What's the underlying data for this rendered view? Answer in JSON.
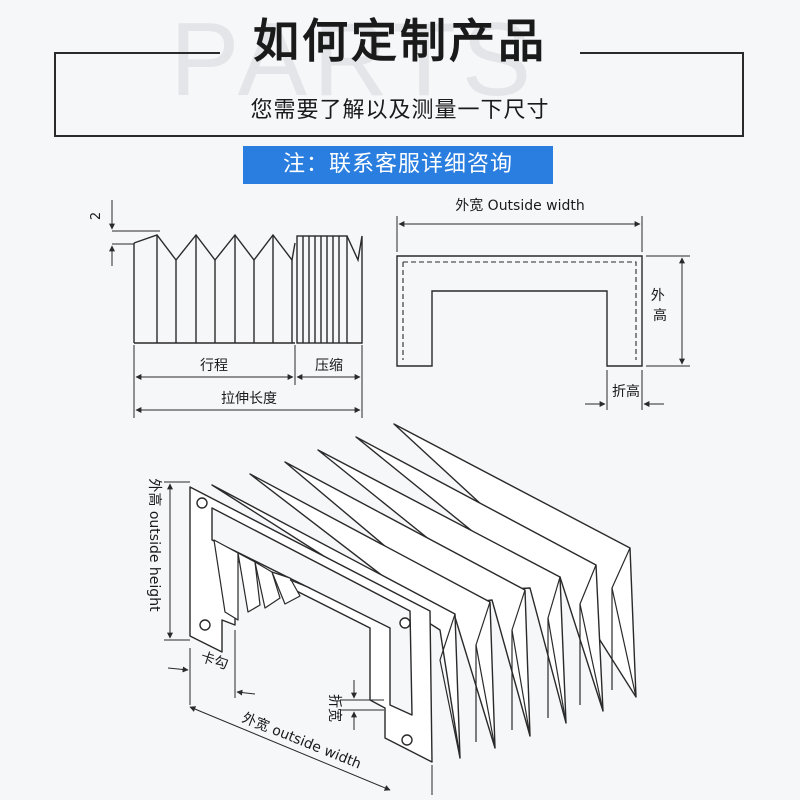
{
  "header": {
    "watermark": "PARTS",
    "title": "如何定制产品",
    "subtitle": "您需要了解以及测量一下尺寸",
    "note": "注：联系客服详细咨询"
  },
  "side_diagram": {
    "dim_top": "2",
    "label_stroke": "行程",
    "label_compressed": "压缩",
    "label_extended": "拉伸长度"
  },
  "profile_diagram": {
    "label_outside_width": "外宽 Outside width",
    "label_outside_height": "外\n高",
    "label_flange": "折高"
  },
  "iso_diagram": {
    "label_outside_height": "外高 outside height",
    "label_hook": "卡勾",
    "label_flange_width": "折宽",
    "label_outside_width": "外宽 outside width"
  },
  "colors": {
    "line": "#2a2a2a",
    "accent": "#2a7ee0",
    "background": "#f6f7f9"
  }
}
